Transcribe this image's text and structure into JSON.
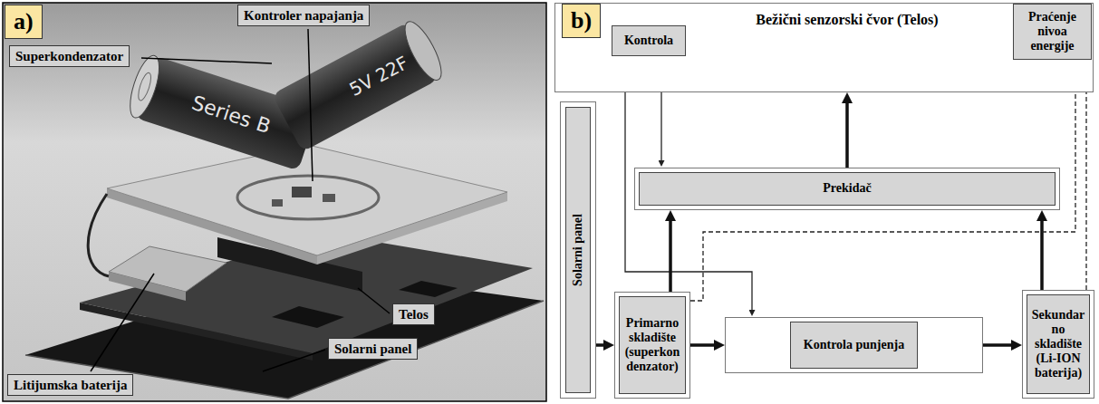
{
  "diagram": {
    "nodes": [
      {
        "text": [
          "Bežični senzorski čvor (Telos)"
        ]
      },
      {
        "text": [
          "Kontrola"
        ],
        "in": 0
      },
      {
        "text": [
          "Praćenje nivoa energije"
        ],
        "in": 0
      },
      {
        "text": [
          "Prekidač"
        ]
      },
      {
        "text": [
          "Solarni panel"
        ]
      },
      {
        "text": [
          "Primarno skladište (superkon denzator)"
        ]
      },
      {
        "text": [
          "Kontrola punjenja"
        ]
      },
      {
        "text": [
          "Sekundar no skladište (Li-ION baterija)"
        ]
      }
    ],
    "edges": [
      {
        "from": 1,
        "to": 3,
        "arrow": "to"
      },
      {
        "from": 1,
        "to": 6,
        "arrow": "to"
      },
      {
        "from": 3,
        "to": 0,
        "arrow": "to"
      },
      {
        "from": 4,
        "to": 5,
        "arrow": "to"
      },
      {
        "from": 5,
        "to": 3,
        "arrow": "to"
      },
      {
        "from": 5,
        "to": 6,
        "arrow": "to"
      },
      {
        "from": 6,
        "to": 7,
        "arrow": "to"
      },
      {
        "from": 7,
        "to": 3,
        "arrow": "to"
      },
      {
        "from": 5,
        "to": 2,
        "arrow": "to"
      },
      {
        "from": 7,
        "to": 2,
        "arrow": "to"
      }
    ],
    "labels": [
      "a)",
      "Kontroler napajanja",
      "Superkondenzator",
      "Series B",
      "5V 22F",
      "Telos",
      "Solarni panel",
      "Litijumska baterija",
      "b)"
    ]
  }
}
